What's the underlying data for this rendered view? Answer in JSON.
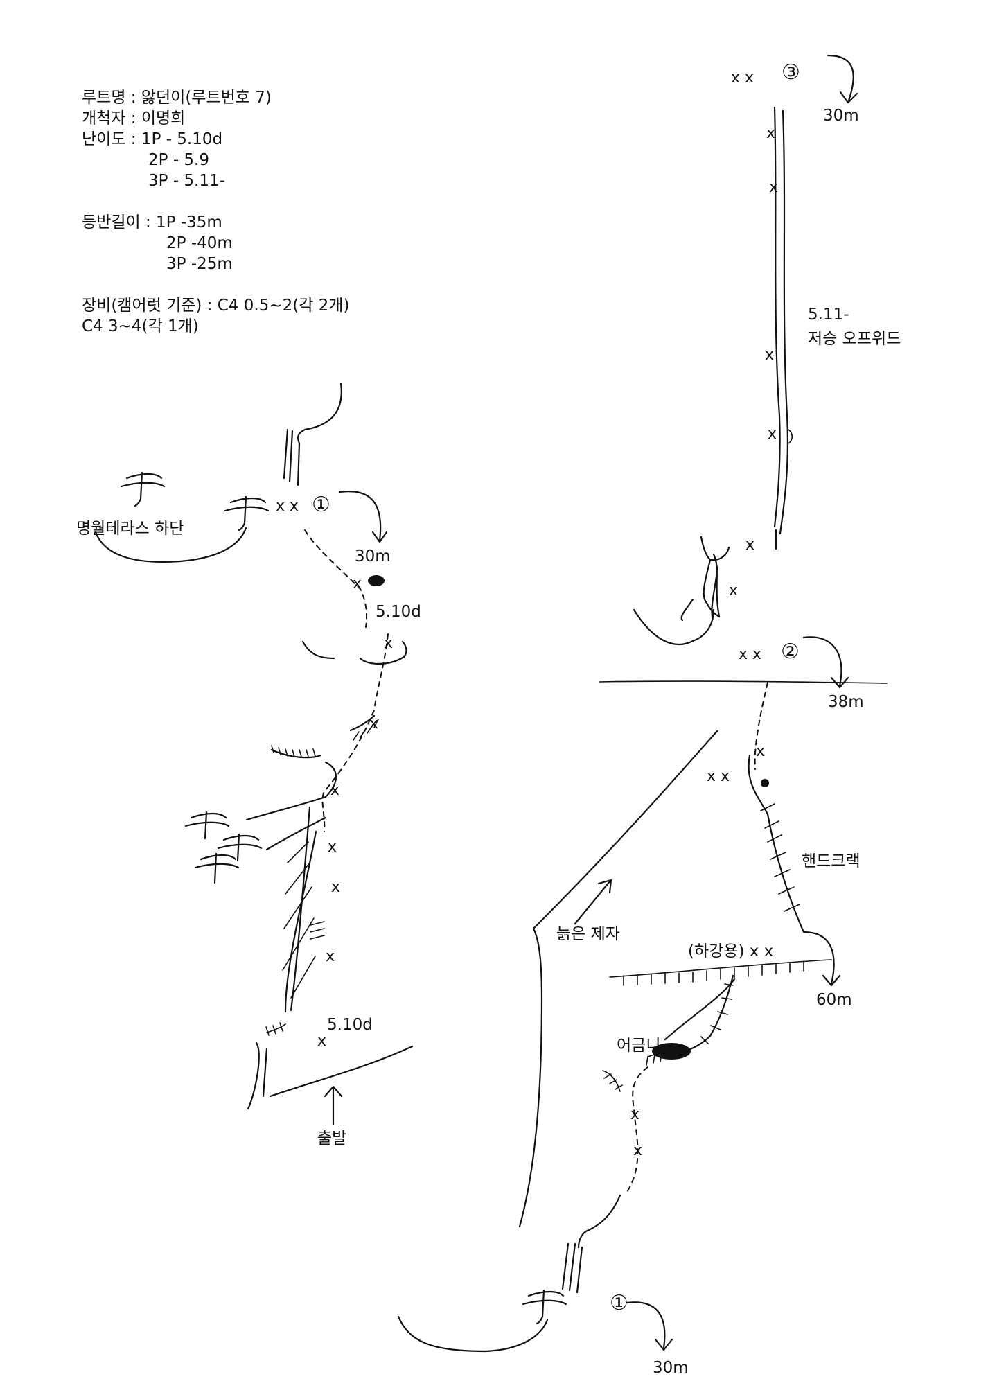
{
  "info": {
    "route_name": "루트명 : 앓던이(루트번호 7)",
    "pioneer": "개척자 : 이명희",
    "grade_1p": "난이도 : 1P - 5.10d",
    "grade_2p": "2P  -  5.9",
    "grade_3p": "3P  -  5.11-",
    "length_1p": "등반길이 : 1P -35m",
    "length_2p": "2P -40m",
    "length_3p": "3P -25m",
    "gear_1": "장비(캠어럿 기준) : C4 0.5~2(각 2개)",
    "gear_2": "C4 3~4(각 1개)"
  },
  "left_topo": {
    "terrace_label": "명월테라스 하단",
    "anchor_1": "x  x",
    "anchor_1_num": "①",
    "rappel_1": "30m",
    "grade_top": "5.10d",
    "grade_bottom": "5.10d",
    "start_label": "출발",
    "bolt": "x"
  },
  "right_topo": {
    "anchor_3": "x  x",
    "anchor_3_num": "③",
    "rappel_3": "30m",
    "pitch3_grade": "5.11-",
    "pitch3_desc": "저승 오프위드",
    "anchor_2": "x x",
    "anchor_2_num": "②",
    "rappel_2": "38m",
    "mid_anchor": "x x",
    "handcrack": "핸드크랙",
    "old_anchor": "늙은 제자",
    "rappel_station": "(하강용)  x x",
    "rappel_60": "60m",
    "molar": "어금니",
    "anchor_1_num": "①",
    "rappel_1": "30m",
    "bolt": "x"
  }
}
